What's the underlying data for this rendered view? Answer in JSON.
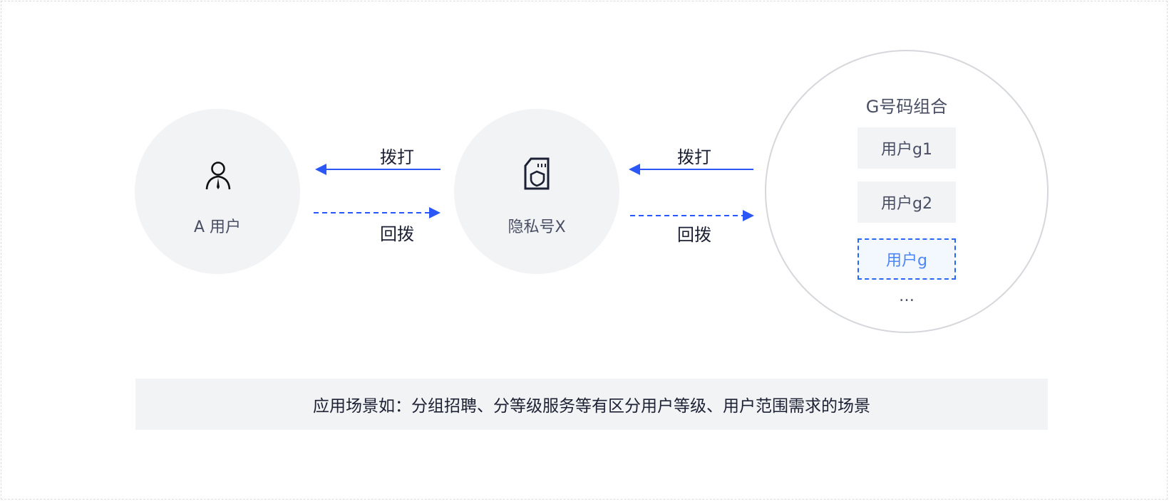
{
  "nodes": {
    "user_a": "A 用户",
    "private_x": "隐私号X",
    "group_title": "G号码组合"
  },
  "group_items": [
    "用户g1",
    "用户g2",
    "用户g"
  ],
  "more": "…",
  "edges": {
    "left_dial": "拨打",
    "left_callback": "回拨",
    "right_dial": "拨打",
    "right_callback": "回拨"
  },
  "caption": "应用场景如：分组招聘、分等级服务等有区分用户等级、用户范围需求的场景",
  "colors": {
    "accent": "#2b57f6",
    "circle": "#f2f3f5",
    "text": "#494e63"
  }
}
